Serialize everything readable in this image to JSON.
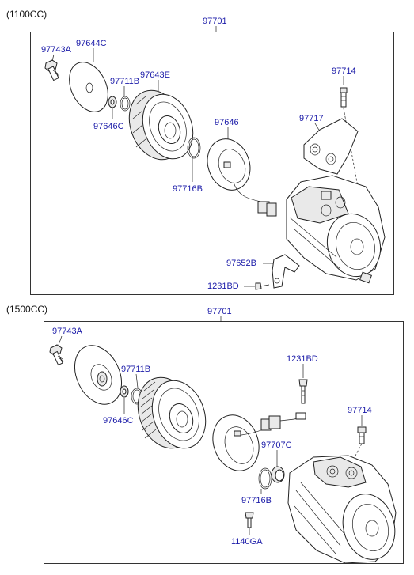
{
  "sections": [
    {
      "label": "(1100CC)",
      "assembly": "97701",
      "parts": {
        "bolt": "97743A",
        "plate": "97644C",
        "snap_ring": "97711B",
        "shim": "97646C",
        "pulley": "97643E",
        "field_coil": "97646",
        "coil_ring": "97716B",
        "valve": "97714",
        "cover": "97717",
        "bracket": "97652B",
        "screw": "1231BD"
      }
    },
    {
      "label": "(1500CC)",
      "assembly": "97701",
      "parts": {
        "bolt": "97743A",
        "snap_ring": "97711B",
        "shim": "97646C",
        "screw": "1231BD",
        "valve": "97714",
        "seal": "97707C",
        "coil_ring": "97716B",
        "stud": "1140GA"
      }
    }
  ],
  "colors": {
    "part_number": "#1a1aa8",
    "line": "#222222",
    "frame": "#333333"
  }
}
